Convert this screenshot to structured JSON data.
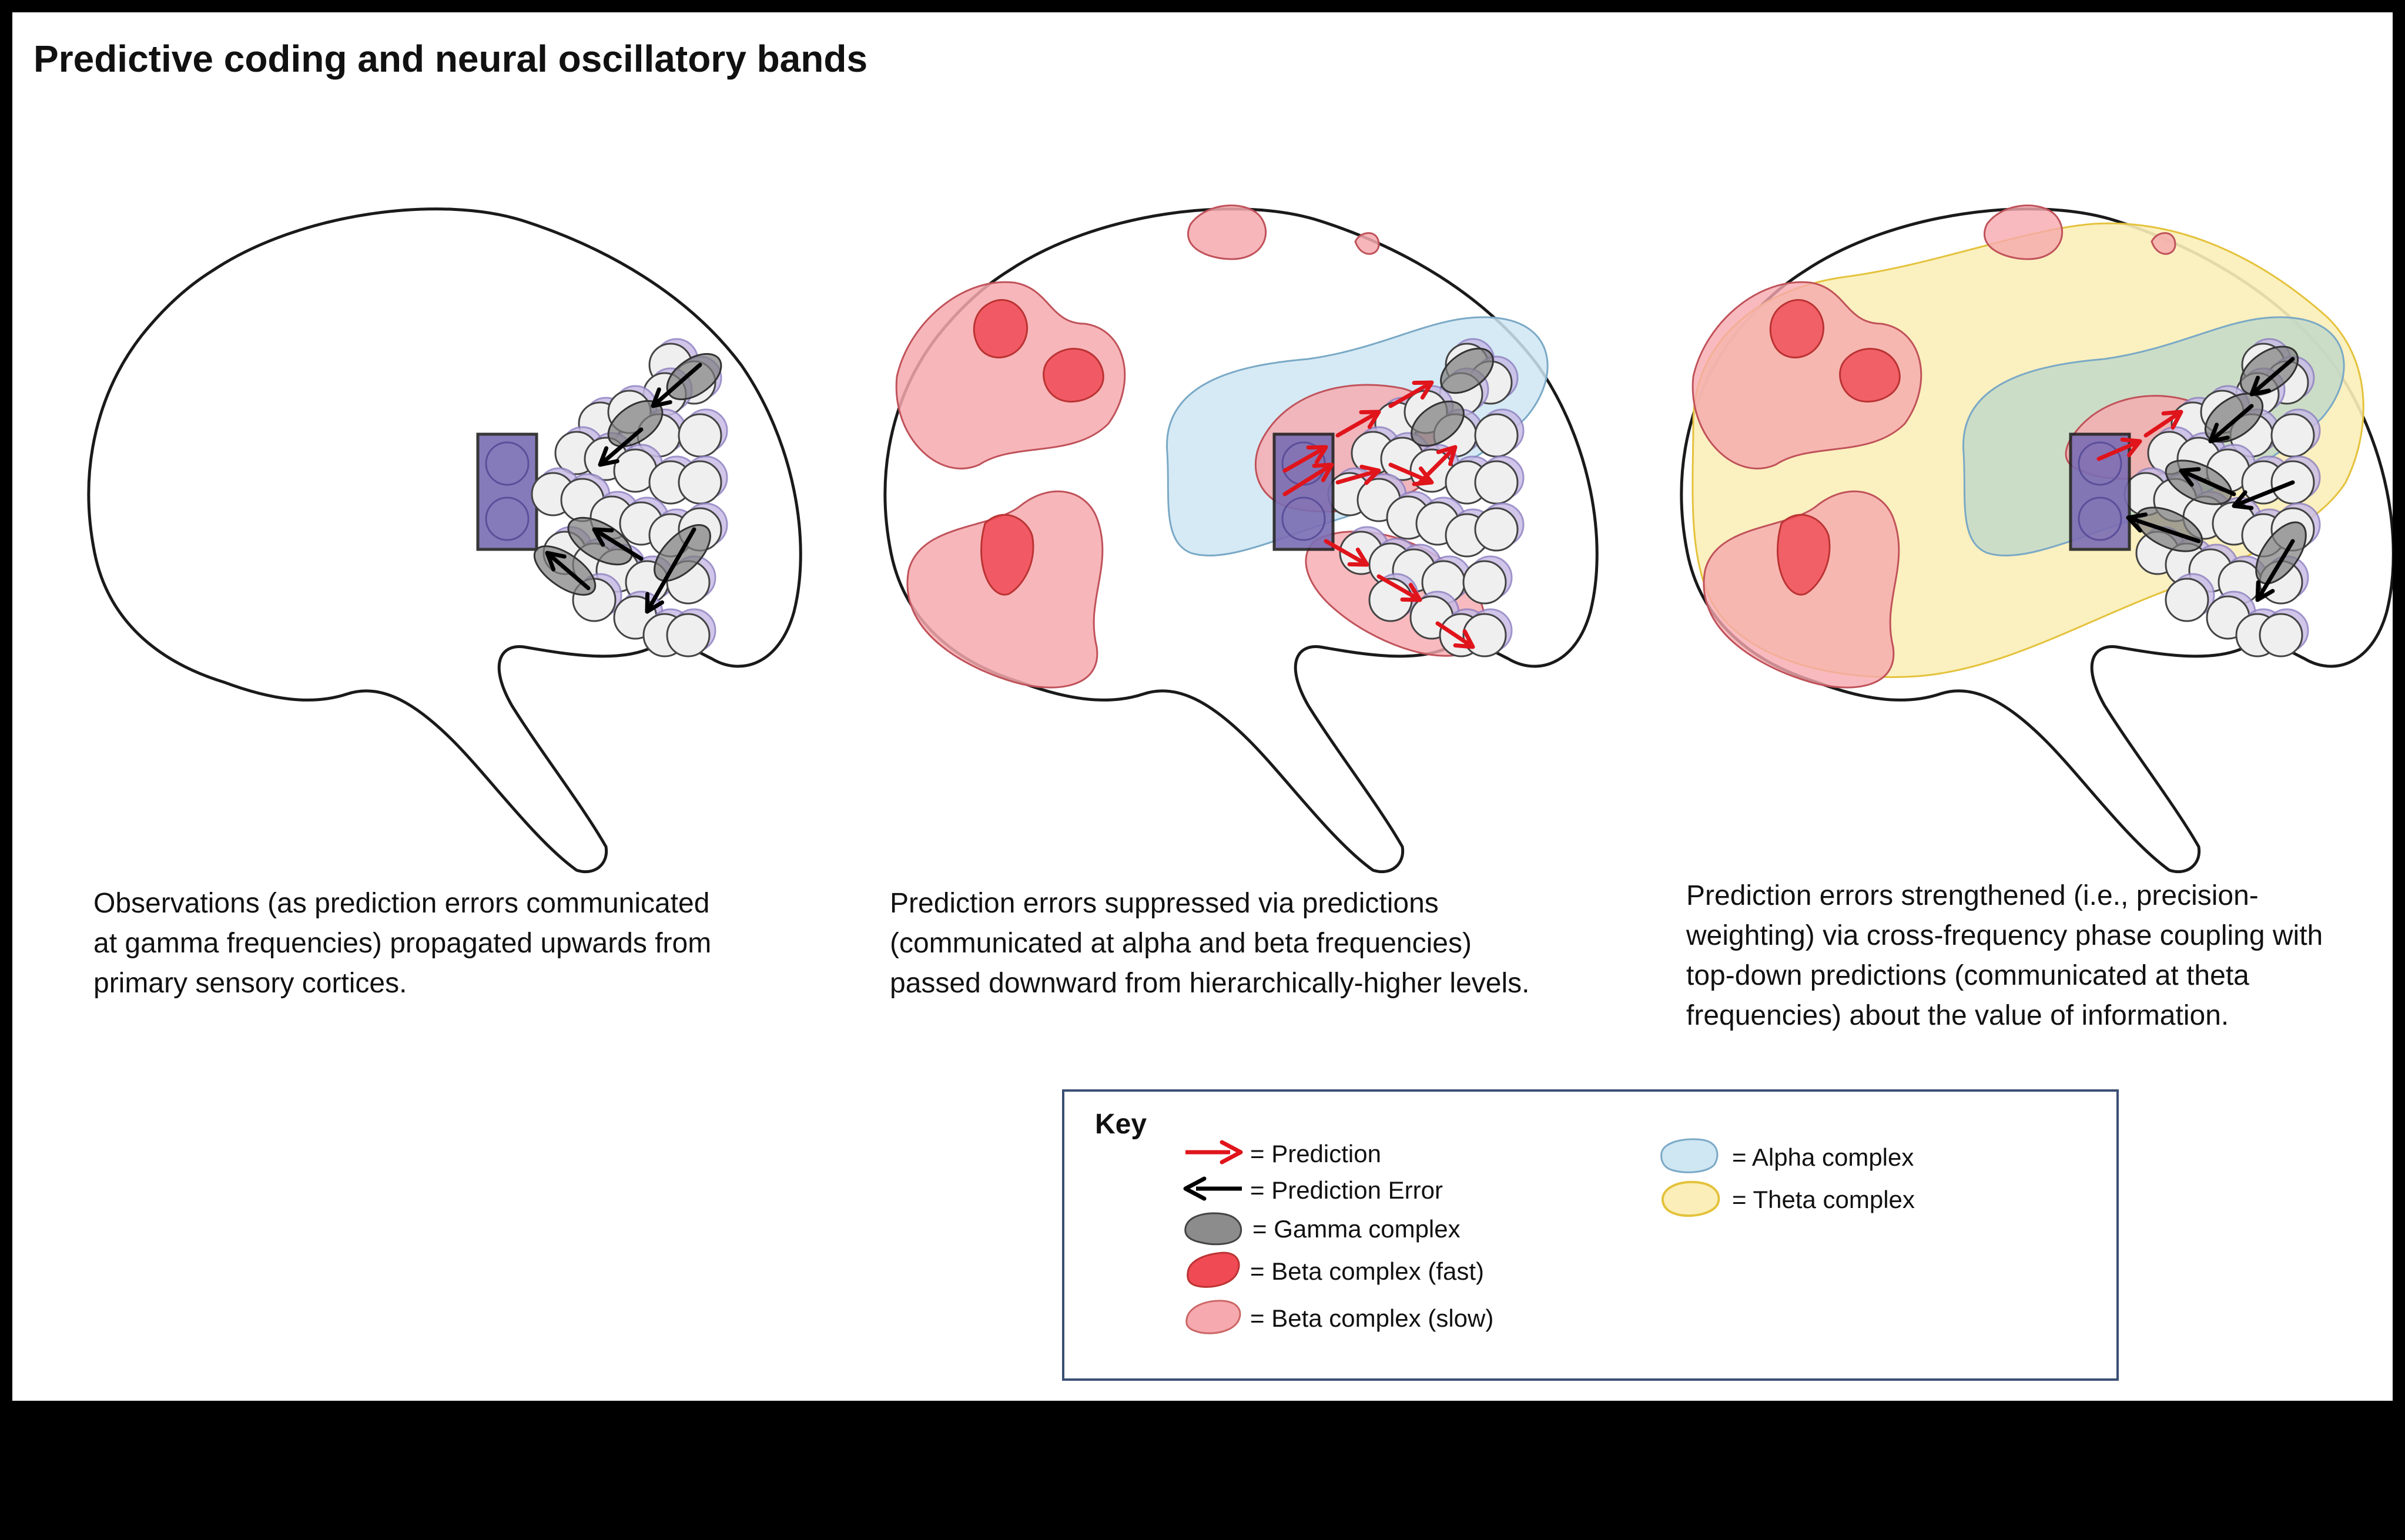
{
  "title": "Predictive coding and neural oscillatory bands",
  "panels": [
    {
      "caption": "Observations (as prediction errors communicated\nat gamma frequencies) propagated upwards from\nprimary sensory cortices."
    },
    {
      "caption": "Prediction errors suppressed via predictions\n(communicated at alpha and beta frequencies)\npassed downward from hierarchically-higher levels."
    },
    {
      "caption": "Prediction errors strengthened (i.e., precision-\nweighting) via cross-frequency phase coupling with\ntop-down predictions (communicated at theta\nfrequencies) about the value of information."
    }
  ],
  "key": {
    "title": "Key",
    "items": [
      {
        "label": "= Prediction",
        "symbol": "red-arrow",
        "color": "#e0141b"
      },
      {
        "label": "= Prediction Error",
        "symbol": "black-arrow",
        "color": "#000000"
      },
      {
        "label": "= Gamma complex",
        "symbol": "gray-blob",
        "color": "#8c8c8c"
      },
      {
        "label": "= Beta complex (fast)",
        "symbol": "red-blob",
        "color": "#f04a55"
      },
      {
        "label": "= Beta complex (slow)",
        "symbol": "pink-blob",
        "color": "#f6a9ae"
      },
      {
        "label": "= Alpha complex",
        "symbol": "blue-blob",
        "color": "#cfe6f3"
      },
      {
        "label": "= Theta complex",
        "symbol": "yellow-blob",
        "color": "#fbeeb8"
      }
    ]
  },
  "colors": {
    "sensory_cortex": "#7a6db3",
    "node_fill": "#efefef",
    "node_shadow": "#c9bde6",
    "beta_fast": "#f04a55",
    "beta_slow": "#f6a9ae",
    "alpha": "#cfe6f3",
    "theta": "#fbeeb8",
    "prediction_arrow": "#e0141b"
  }
}
